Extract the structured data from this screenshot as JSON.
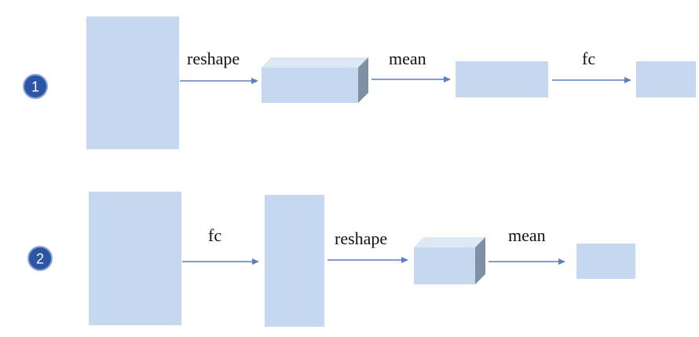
{
  "row1": {
    "badge": "1",
    "arrow1_label": "reshape",
    "arrow2_label": "mean",
    "arrow3_label": "fc"
  },
  "row2": {
    "badge": "2",
    "arrow1_label": "fc",
    "arrow2_label": "reshape",
    "arrow3_label": "mean"
  },
  "colors": {
    "box_fill": "#c5d8ef",
    "box_side": "#7f8fa4",
    "box_top": "#dde8f5",
    "arrow": "#5b7fc0",
    "badge": "#2c55a6"
  }
}
